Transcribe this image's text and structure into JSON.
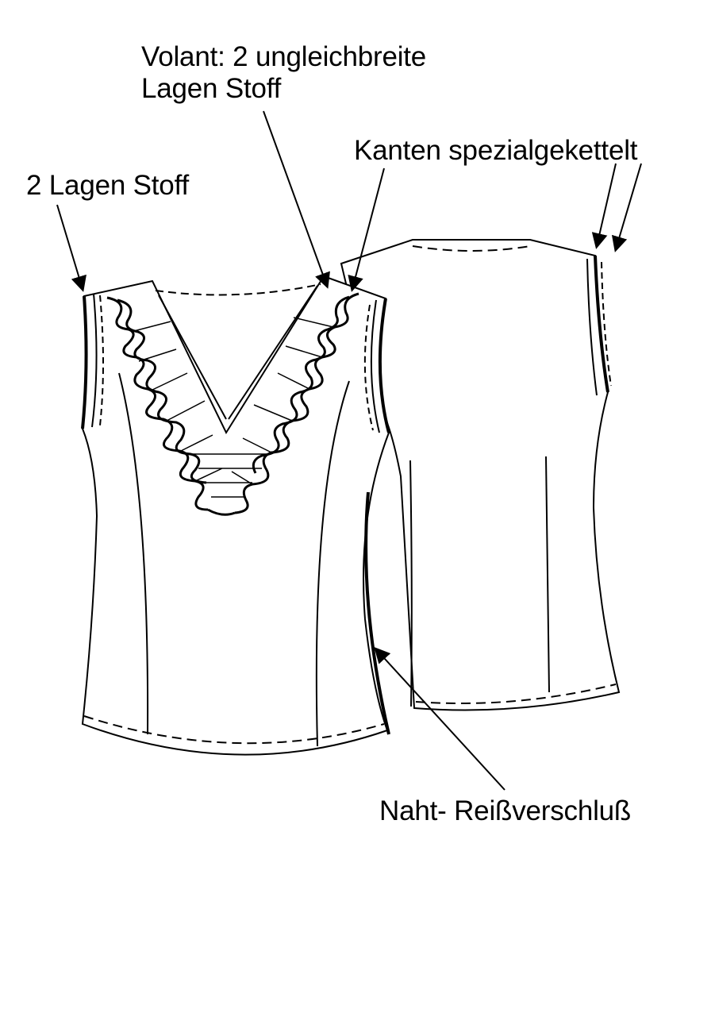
{
  "labels": {
    "volant_line1": "Volant: 2 ungleichbreite",
    "volant_line2": "Lagen Stoff",
    "kanten": "Kanten spezialgekettelt",
    "zwei_lagen": "2 Lagen Stoff",
    "naht": "Naht- Reißverschluß"
  },
  "colors": {
    "ink": "#000000",
    "paper": "#ffffff"
  }
}
